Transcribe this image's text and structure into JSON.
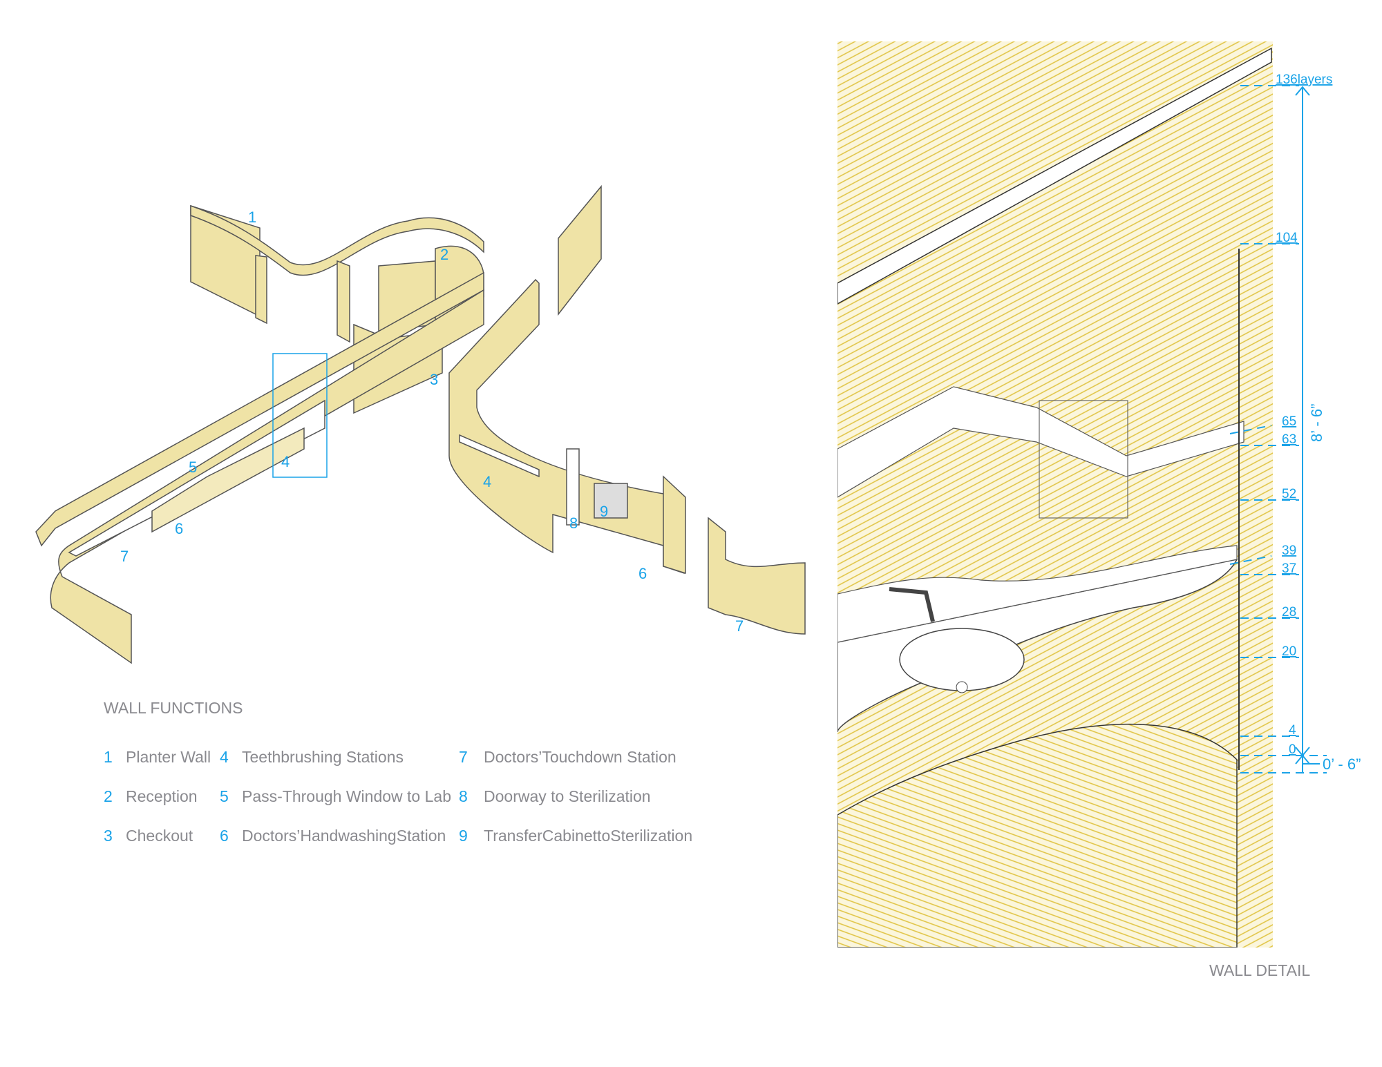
{
  "callouts": {
    "left": [
      "1",
      "2",
      "3",
      "4",
      "5",
      "6",
      "7"
    ],
    "right": [
      "4",
      "8",
      "9",
      "6",
      "7"
    ]
  },
  "legend": {
    "title": "WALL FUNCTIONS",
    "items": [
      {
        "num": "1",
        "label": "Planter Wall"
      },
      {
        "num": "2",
        "label": "Reception"
      },
      {
        "num": "3",
        "label": "Checkout"
      },
      {
        "num": "4",
        "label": "Teethbrushing Stations"
      },
      {
        "num": "5",
        "label": "Pass-Through Window to Lab"
      },
      {
        "num": "6",
        "label": "Doctors’HandwashingStation"
      },
      {
        "num": "7",
        "label": "Doctors’Touchdown Station"
      },
      {
        "num": "8",
        "label": "Doorway to Sterilization"
      },
      {
        "num": "9",
        "label": "TransferCabinettoSterilization"
      }
    ]
  },
  "detail": {
    "title": "WALL DETAIL",
    "layer_marks": [
      "136layers",
      "104",
      "65",
      "63",
      "52",
      "39",
      "37",
      "28",
      "20",
      "4",
      "0"
    ],
    "height_dim": "8’ - 6”",
    "base_dim": "0’ - 6”"
  },
  "colors": {
    "accent": "#1aa3e8",
    "wall": "#efe3a6",
    "stripe": "#e0c341",
    "text": "#8a8a8f"
  }
}
